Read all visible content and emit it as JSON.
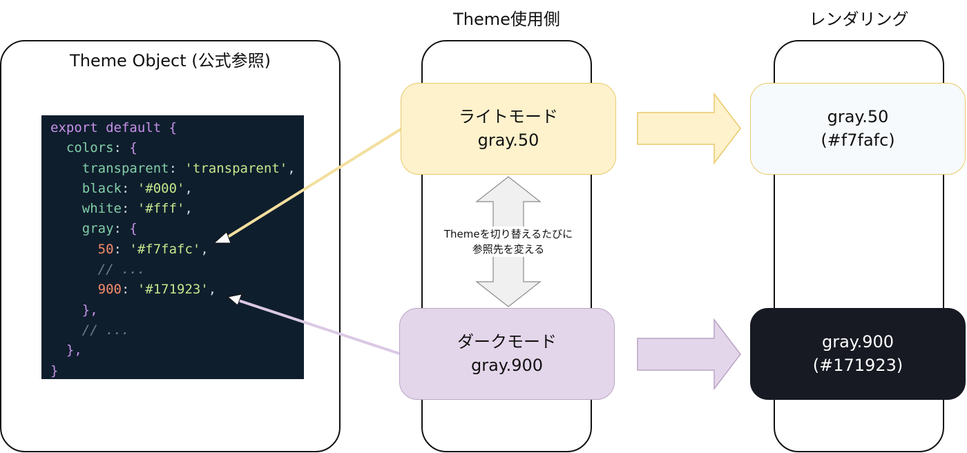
{
  "columns": {
    "theme_object": {
      "title": "Theme Object (公式参照)"
    },
    "theme_usage": {
      "title": "Theme使用側"
    },
    "rendering": {
      "title": "レンダリング"
    }
  },
  "code": {
    "lines": [
      [
        {
          "t": "export default ",
          "c": "kw"
        },
        {
          "t": "{",
          "c": "brace"
        }
      ],
      [
        {
          "t": "  colors",
          "c": "key"
        },
        {
          "t": ": ",
          "c": "plain"
        },
        {
          "t": "{",
          "c": "brace"
        }
      ],
      [
        {
          "t": "    transparent",
          "c": "key"
        },
        {
          "t": ": ",
          "c": "plain"
        },
        {
          "t": "'transparent'",
          "c": "str"
        },
        {
          "t": ",",
          "c": "plain"
        }
      ],
      [
        {
          "t": "    black",
          "c": "key"
        },
        {
          "t": ": ",
          "c": "plain"
        },
        {
          "t": "'#000'",
          "c": "str"
        },
        {
          "t": ",",
          "c": "plain"
        }
      ],
      [
        {
          "t": "    white",
          "c": "key"
        },
        {
          "t": ": ",
          "c": "plain"
        },
        {
          "t": "'#fff'",
          "c": "str"
        },
        {
          "t": ",",
          "c": "plain"
        }
      ],
      [
        {
          "t": "    gray",
          "c": "key"
        },
        {
          "t": ": ",
          "c": "plain"
        },
        {
          "t": "{",
          "c": "brace"
        }
      ],
      [
        {
          "t": "      50",
          "c": "num"
        },
        {
          "t": ": ",
          "c": "plain"
        },
        {
          "t": "'#f7fafc'",
          "c": "str"
        },
        {
          "t": ",",
          "c": "plain"
        }
      ],
      [
        {
          "t": "      // ...",
          "c": "comment"
        }
      ],
      [
        {
          "t": "      900",
          "c": "num"
        },
        {
          "t": ": ",
          "c": "plain"
        },
        {
          "t": "'#171923'",
          "c": "str"
        },
        {
          "t": ",",
          "c": "plain"
        }
      ],
      [
        {
          "t": "    },",
          "c": "brace"
        }
      ],
      [
        {
          "t": "    // ...",
          "c": "comment"
        }
      ],
      [
        {
          "t": "  },",
          "c": "brace"
        }
      ],
      [
        {
          "t": "}",
          "c": "brace"
        }
      ]
    ]
  },
  "modes": {
    "light": {
      "name": "ライトモード",
      "token": "gray.50"
    },
    "dark": {
      "name": "ダークモード",
      "token": "gray.900"
    }
  },
  "switch_note": {
    "line1": "Themeを切り替えるたびに",
    "line2": "参照先を変える"
  },
  "rendered": {
    "light": {
      "token": "gray.50",
      "hex": "(#f7fafc)"
    },
    "dark": {
      "token": "gray.900",
      "hex": "(#171923)"
    }
  },
  "colors": {
    "light_fill": "#fdf2cc",
    "light_border": "#e8c96a",
    "dark_fill": "#e4d6ea",
    "dark_border": "#b8a3c6",
    "rendered_light_fill": "#f7fafc",
    "rendered_dark_fill": "#171923",
    "code_bg": "#0f1e2d"
  }
}
